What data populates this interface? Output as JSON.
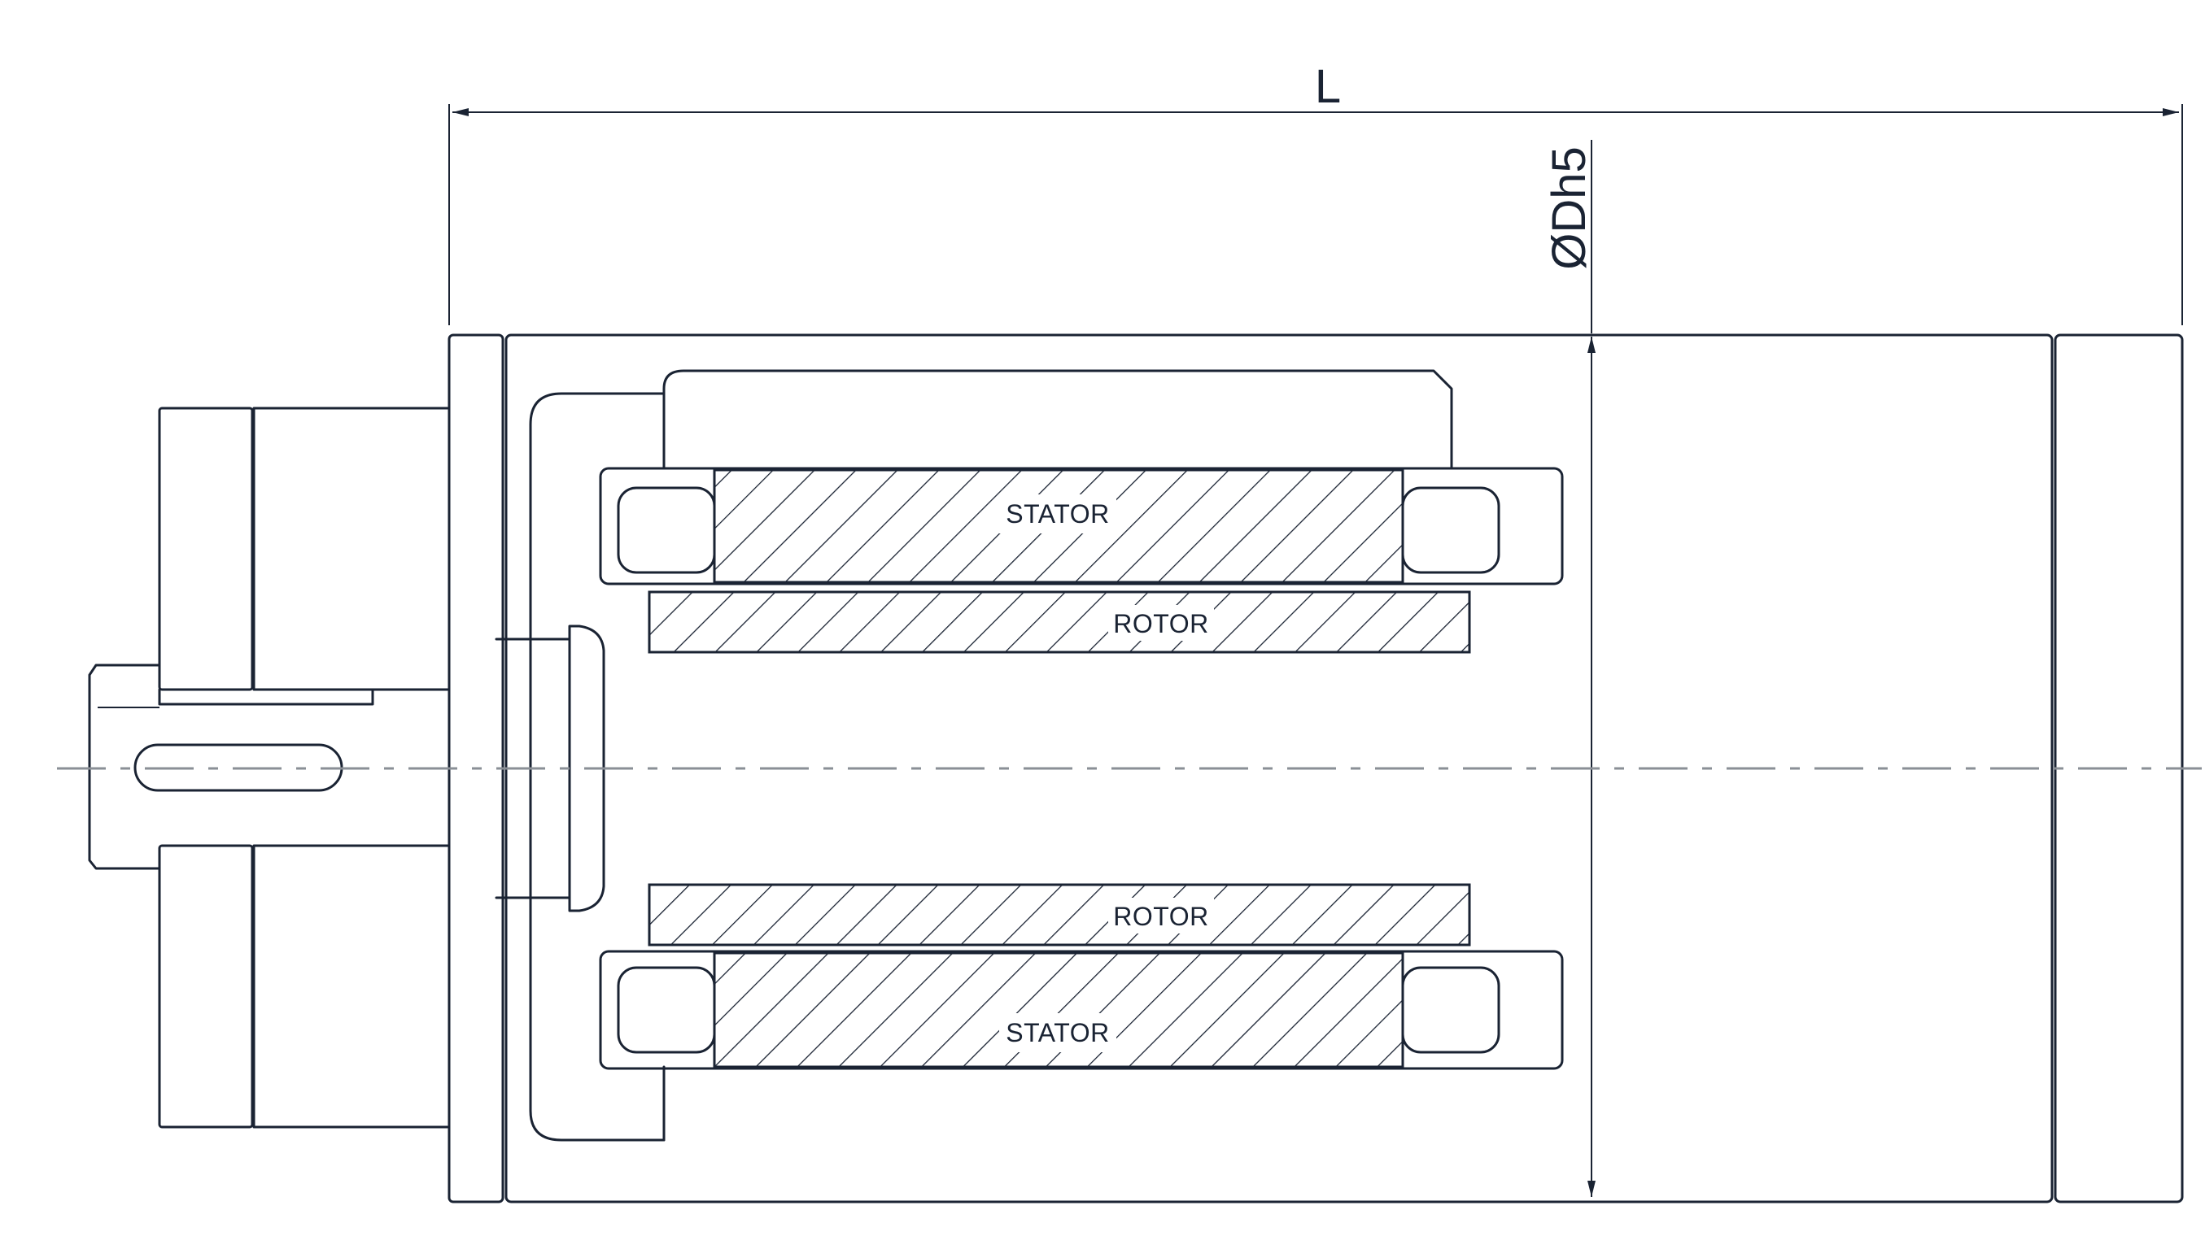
{
  "dimensions": {
    "length_label": "L",
    "diameter_label": "ØDh5"
  },
  "parts": {
    "stator_top": "STATOR",
    "rotor_top": "ROTOR",
    "rotor_bottom": "ROTOR",
    "stator_bottom": "STATOR"
  },
  "colors": {
    "line": "#1a2333",
    "centerline": "#8a8f96",
    "background": "#ffffff"
  }
}
